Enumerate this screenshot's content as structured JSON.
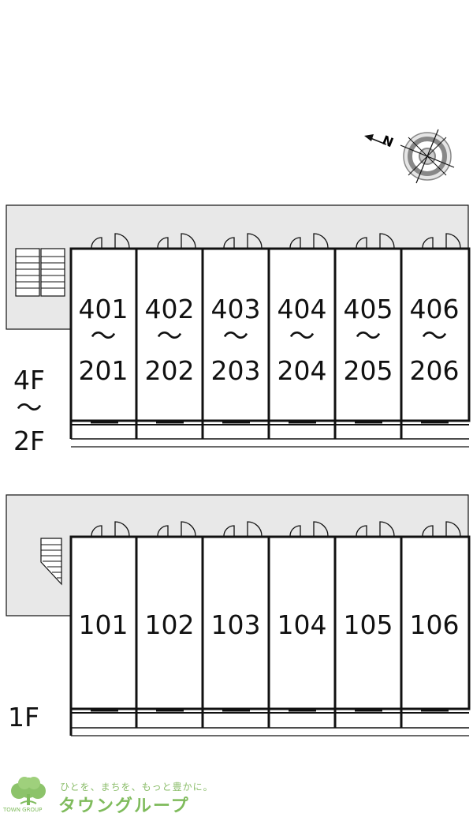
{
  "compass": {
    "north_label": "N"
  },
  "upper_block": {
    "floor_top": "4F",
    "floor_range": "〜",
    "floor_bottom": "2F",
    "units": [
      {
        "top": "401",
        "range": "〜",
        "bottom": "201"
      },
      {
        "top": "402",
        "range": "〜",
        "bottom": "202"
      },
      {
        "top": "403",
        "range": "〜",
        "bottom": "203"
      },
      {
        "top": "404",
        "range": "〜",
        "bottom": "204"
      },
      {
        "top": "405",
        "range": "〜",
        "bottom": "205"
      },
      {
        "top": "406",
        "range": "〜",
        "bottom": "206"
      }
    ]
  },
  "lower_block": {
    "floor": "1F",
    "units": [
      "101",
      "102",
      "103",
      "104",
      "105",
      "106"
    ]
  },
  "footer": {
    "slogan": "ひとを、まちを、もっと豊かに。",
    "brand": "タウングループ",
    "brand_en": "TOWN GROUP"
  },
  "colors": {
    "corridor": "#e8e8e8",
    "line": "#111111",
    "brand_green": "#7fbb5c"
  }
}
